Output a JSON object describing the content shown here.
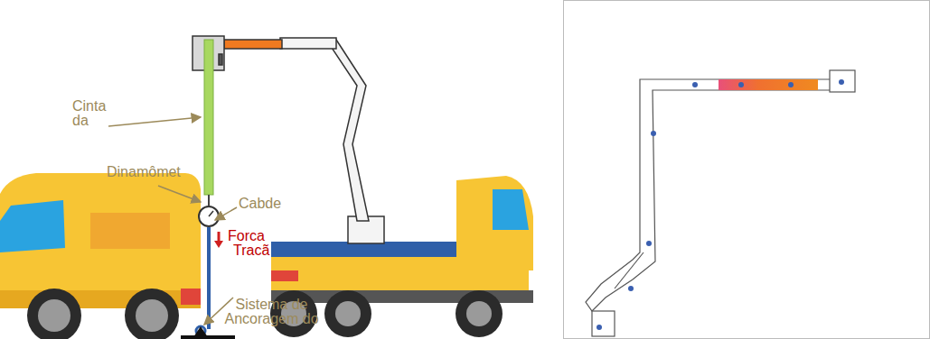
{
  "diagram": {
    "labels": [
      "Cinta da",
      "Dinamômet",
      "Cabde",
      "Forca Tracã",
      "Sistema de Ancoragem do"
    ]
  }
}
